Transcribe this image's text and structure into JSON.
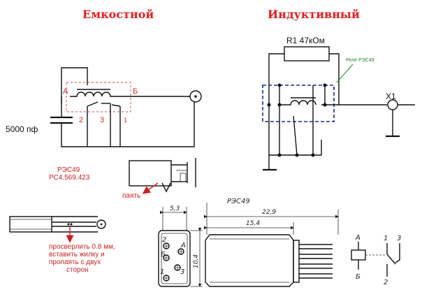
{
  "titles": {
    "capacitive": "Емкостной",
    "inductive": "Индуктивный"
  },
  "capacitive": {
    "capacitor_label": "5000 пф",
    "pin_labels": [
      "A",
      "Б",
      "2",
      "3",
      "1"
    ],
    "relay_name": "РЭС49",
    "relay_code": "РС4.569.423",
    "solder_note": "паять",
    "drill_note": [
      "просверлить 0.8 мм,",
      "вставить жилку и",
      "пропаять с двух",
      "сторон"
    ]
  },
  "inductive": {
    "resistor_label": "R1 47кОм",
    "relay_note": "Реле РЭС49",
    "connector_label": "X1"
  },
  "drawing": {
    "relay_title": "РЭС49",
    "dims": [
      "5,3",
      "22,9",
      "15,4",
      "10,4"
    ],
    "front_pins": [
      "2",
      "A",
      "Б",
      "1",
      "3"
    ],
    "schematic_pins": [
      "A",
      "Б",
      "1",
      "3",
      "2"
    ]
  }
}
